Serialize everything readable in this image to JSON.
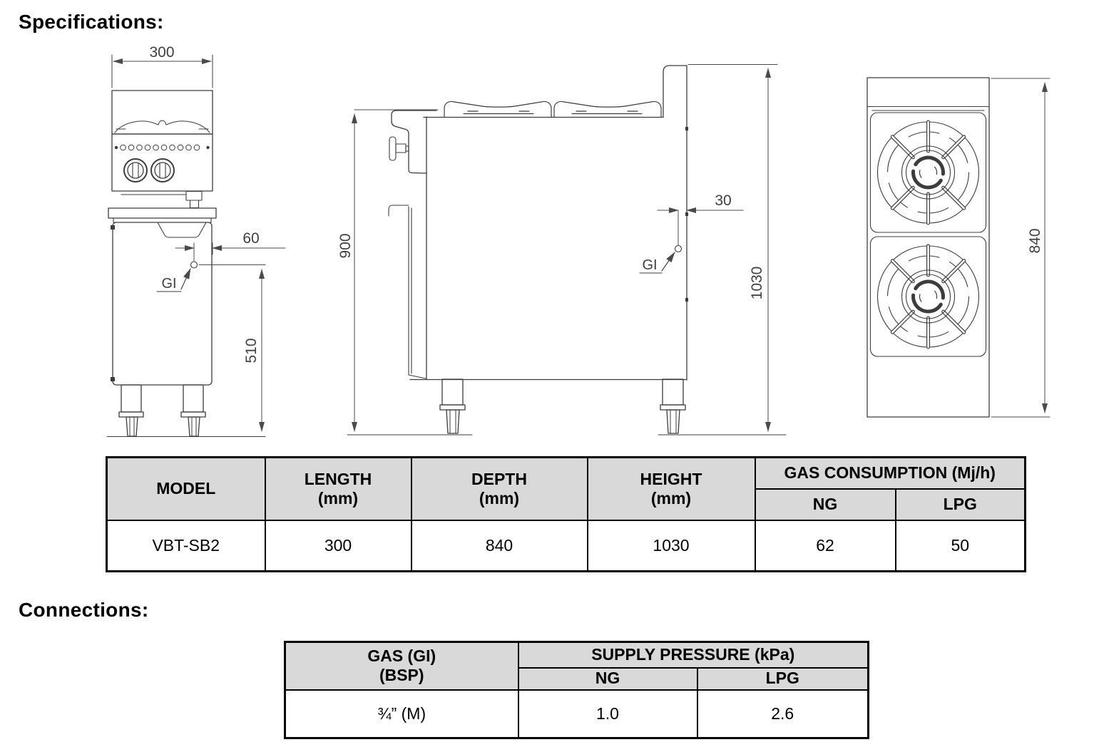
{
  "headings": {
    "specifications": "Specifications:",
    "connections": "Connections:"
  },
  "drawings": {
    "front_view": {
      "width_dim": "300",
      "gas_offset_dim": "60",
      "gas_height_dim": "510",
      "gas_inlet_label": "GI"
    },
    "side_view": {
      "worktop_height_dim": "900",
      "gas_offset_dim": "30",
      "overall_height_dim": "1030",
      "gas_inlet_label": "GI"
    },
    "top_view": {
      "depth_dim": "840"
    }
  },
  "spec_table": {
    "model_header": "MODEL",
    "length_header": "LENGTH",
    "length_unit": "(mm)",
    "depth_header": "DEPTH",
    "depth_unit": "(mm)",
    "height_header": "HEIGHT",
    "height_unit": "(mm)",
    "gas_header": "GAS CONSUMPTION (Mj/h)",
    "ng_header": "NG",
    "lpg_header": "LPG",
    "row": {
      "model": "VBT-SB2",
      "length": "300",
      "depth": "840",
      "height": "1030",
      "ng": "62",
      "lpg": "50"
    }
  },
  "connections_table": {
    "gas_header_line1": "GAS (GI)",
    "gas_header_line2": "(BSP)",
    "pressure_header": "SUPPLY PRESSURE (kPa)",
    "ng_header": "NG",
    "lpg_header": "LPG",
    "row": {
      "gas_size": "¾” (M)",
      "ng": "1.0",
      "lpg": "2.6"
    }
  }
}
